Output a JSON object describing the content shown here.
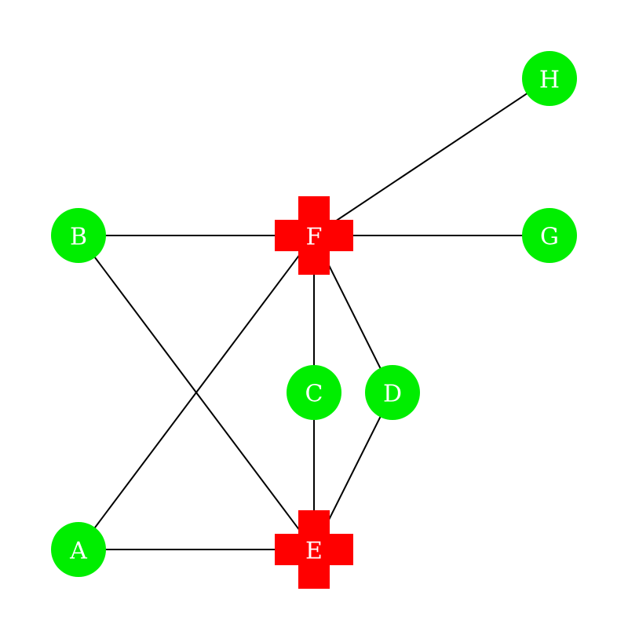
{
  "colors": {
    "circle": "#00ee00",
    "cross": "#ff0000",
    "edge": "#000000",
    "label": "#ffffff"
  },
  "nodes": [
    {
      "id": "A",
      "shape": "circle"
    },
    {
      "id": "B",
      "shape": "circle"
    },
    {
      "id": "C",
      "shape": "circle"
    },
    {
      "id": "D",
      "shape": "circle"
    },
    {
      "id": "E",
      "shape": "cross"
    },
    {
      "id": "F",
      "shape": "cross"
    },
    {
      "id": "G",
      "shape": "circle"
    },
    {
      "id": "H",
      "shape": "circle"
    }
  ],
  "edges": [
    [
      "A",
      "E"
    ],
    [
      "A",
      "F"
    ],
    [
      "B",
      "F"
    ],
    [
      "B",
      "E"
    ],
    [
      "F",
      "H"
    ],
    [
      "F",
      "G"
    ],
    [
      "F",
      "C"
    ],
    [
      "F",
      "D"
    ],
    [
      "C",
      "E"
    ],
    [
      "D",
      "E"
    ]
  ]
}
